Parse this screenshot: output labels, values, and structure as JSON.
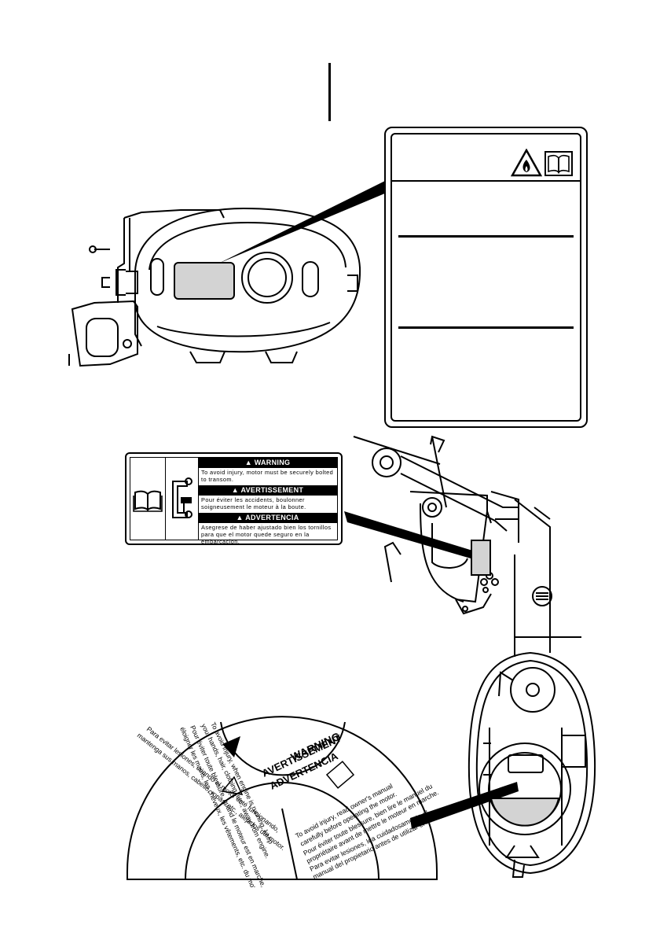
{
  "transom_label": {
    "warning_en": {
      "heading": "WARNING",
      "text": "To avoid injury, motor must be securely bolted to transom."
    },
    "warning_fr": {
      "heading": "AVERTISSEMENT",
      "text": "Pour éviter les accidents, boulonner soigneusement le moteur à la boute."
    },
    "warning_es": {
      "heading": "ADVERTENCIA",
      "text": "Asegrese de haber ajustado bien los tornillos para que el motor quede seguro en la embarcacion."
    }
  },
  "fan_label": {
    "title_en": "WARNING",
    "title_fr": "AVERTISSEMENT",
    "title_es": "ADVERTENCIA",
    "left_text": [
      "To avoid injury, when engine is running, keep",
      "your hands, hair, clothing, etc., away from engine.",
      "Pour éviter toute blessure, quand le moteur est en marche,",
      "éloigner les mains, les cheveux, les vêtements, etc. du moteur.",
      "Para evitar lesiones, cuando el motor esté funcionando,",
      "mantenga sus manos, cabello, ropas, etc., alejados del motor."
    ],
    "right_text": [
      "To avoid injury, read owner's manual",
      "carefully before operating the motor.",
      "Pour éviter toute blessure, bien lire le manuel du",
      "propriétaire avant de mettre le moteur en marche.",
      "Para evitar lesiones, lea cuidadosamente el",
      "manual del propietario antes de utilizar el motor."
    ]
  }
}
